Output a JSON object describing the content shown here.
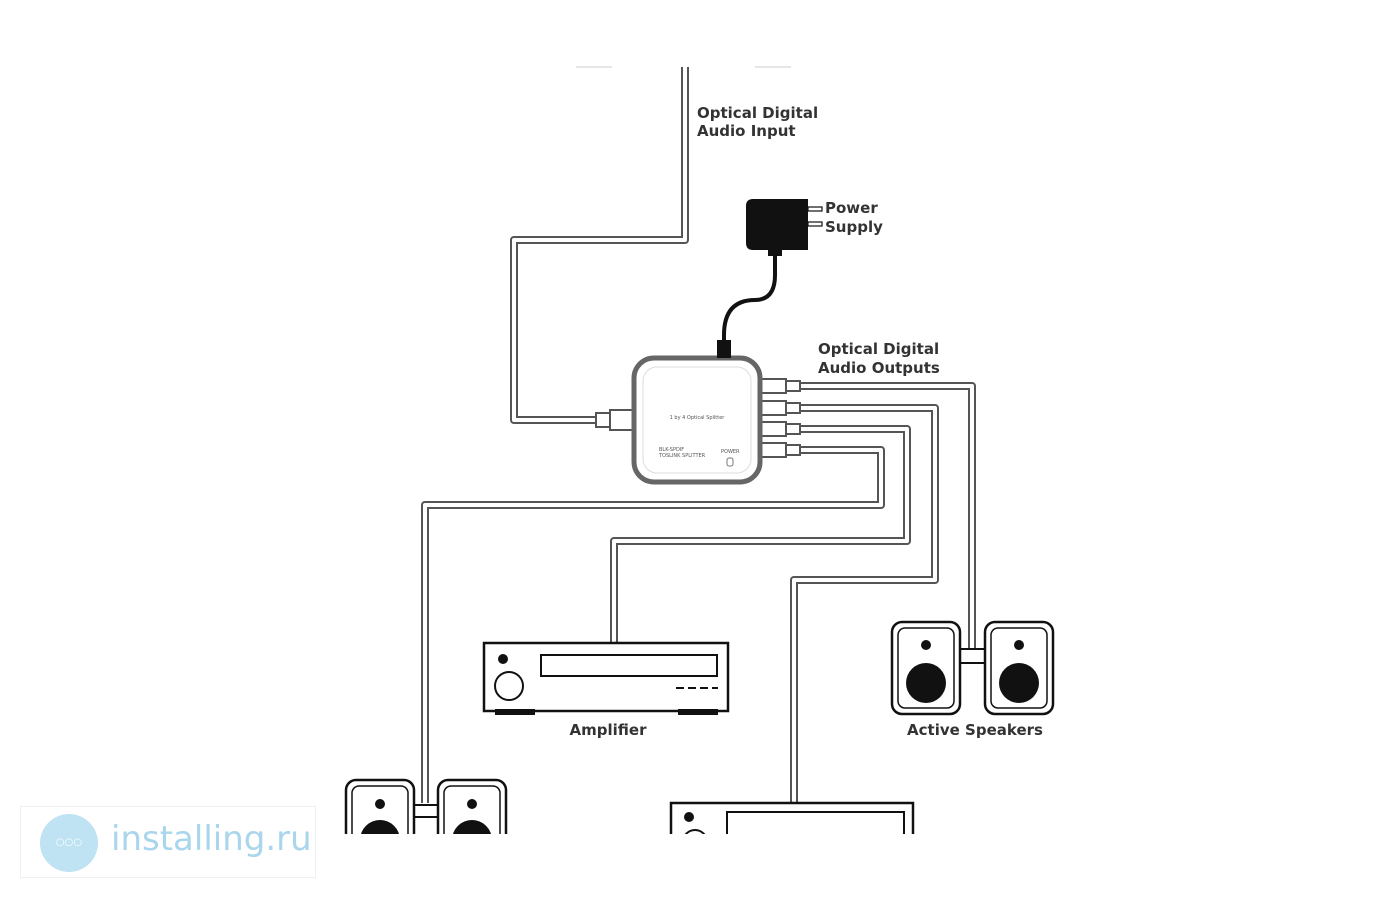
{
  "labels": {
    "input": [
      "Optical Digital",
      "Audio Input"
    ],
    "power": [
      "Power",
      "Supply"
    ],
    "outputs": [
      "Optical Digital",
      "Audio Outputs"
    ],
    "amplifier": "Amplifier",
    "active_speakers": "Active Speakers"
  },
  "device": {
    "title": "1 by 4 Optical Splitter",
    "model": [
      "BLK-SPDIF",
      "TOSLINK SPLITTER"
    ],
    "power_label": "POWER"
  },
  "watermark": {
    "text": "installing.ru"
  }
}
